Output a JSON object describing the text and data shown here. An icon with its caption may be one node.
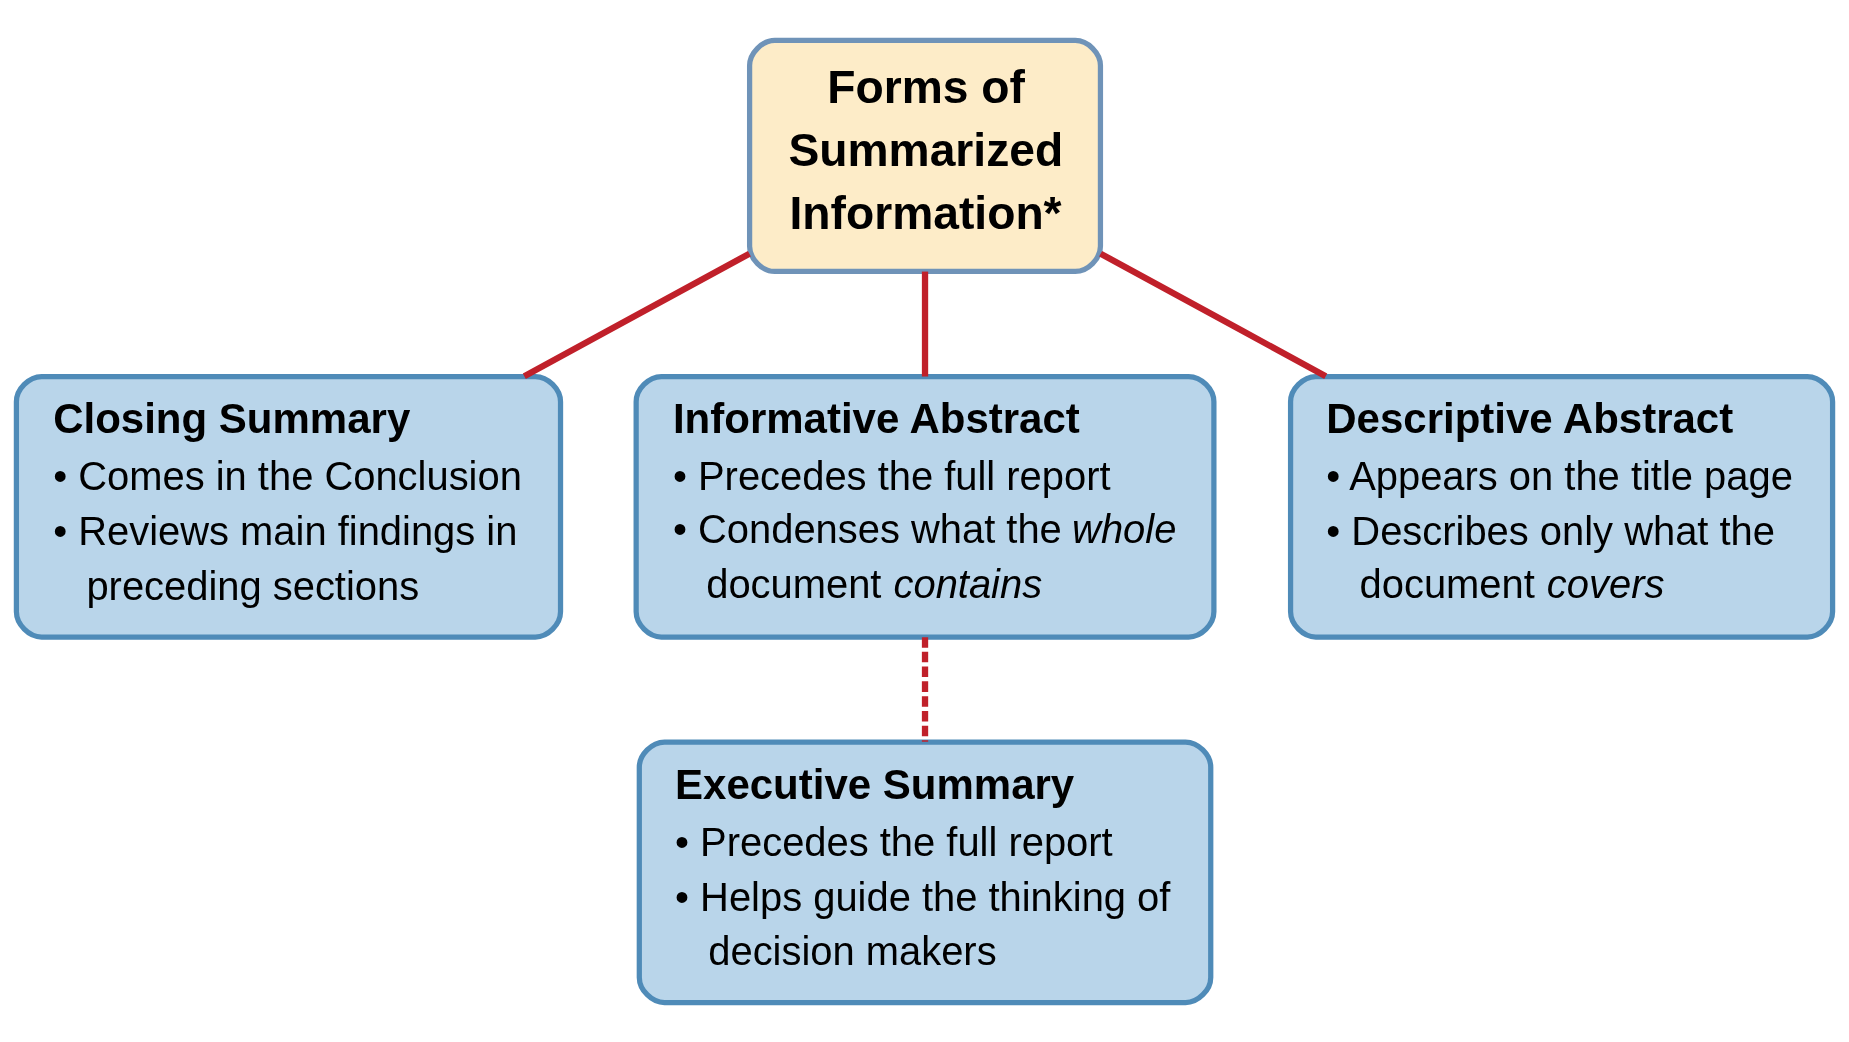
{
  "diagram": {
    "nodes": [
      {
        "text": [
          "Forms of Summarized Information*"
        ]
      },
      {
        "text": [
          "Closing Summary",
          "• Comes in the Conclusion",
          "• Reviews main findings in preceding sections"
        ]
      },
      {
        "text": [
          "Informative Abstract",
          "• Precedes the full report",
          "• Condenses what the *whole* document *contains*"
        ]
      },
      {
        "text": [
          "Descriptive Abstract",
          "• Appears on the title page",
          "• Describes only what the document *covers*"
        ]
      },
      {
        "text": [
          "Executive Summary",
          "• Precedes the full report",
          "• Helps guide the thinking of decision makers"
        ]
      }
    ],
    "edges": [
      {
        "from": 0,
        "to": 1,
        "arrow": "none"
      },
      {
        "from": 0,
        "to": 2,
        "arrow": "none"
      },
      {
        "from": 0,
        "to": 3,
        "arrow": "none"
      },
      {
        "from": 2,
        "to": 4,
        "arrow": "none",
        "style": "dashed"
      }
    ]
  }
}
